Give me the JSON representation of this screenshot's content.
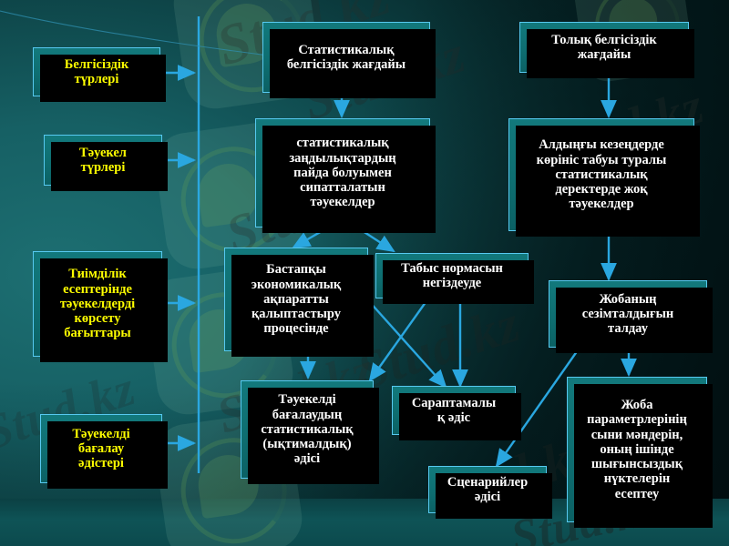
{
  "slide": {
    "title_present": false,
    "watermark_text": "Stud.kz",
    "watermark_text_alt": "Stud.kz - Stud.kz",
    "colors": {
      "background_teal": "#0e5356",
      "box_fill": "#0e6e71",
      "box_border": "#57c9f0",
      "box_shadow": "#000000",
      "text_white": "#ffffff",
      "text_yellow": "#ffff00",
      "arrow": "#2aa7e0"
    }
  },
  "left_column": {
    "items": [
      {
        "id": "uncertainty-types",
        "label": "Белгісіздік\nтүрлері"
      },
      {
        "id": "risk-types",
        "label": "Тәуекел\nтүрлері"
      },
      {
        "id": "efficiency-directions",
        "label": "Тиімділік\nесептерінде\nтәуекелдерді\nкөрсету\nбағыттары"
      },
      {
        "id": "risk-assessment-methods",
        "label": "Тәуекелді\nбағалау\nәдістері"
      }
    ]
  },
  "flow": {
    "nodes": [
      {
        "id": "statistical-uncertainty",
        "label": "Статистикалық\nбелгісіздік жағдайы"
      },
      {
        "id": "full-uncertainty",
        "label": "Толық белгісіздік\nжағдайы"
      },
      {
        "id": "statistical-regularity-risks",
        "label": "статистикалық\nзаңдылықтардың\nпайда болуымен\nсипатталатын\nтәуекелдер"
      },
      {
        "id": "no-statistical-data-risks",
        "label": "Алдыңғы кезеңдерде\nкөрініс табуы туралы\nстатистикалық\nдеректерде жоқ\nтәуекелдер"
      },
      {
        "id": "initial-economic-info",
        "label": "Бастапқы\nэкономикалық\nақпаратты\nқалыптастыру\nпроцесінде"
      },
      {
        "id": "income-norm",
        "label": "Табыс нормасын\nнегіздеуде"
      },
      {
        "id": "project-sensitivity",
        "label": "Жобаның\nсезімталдығын\nталдау"
      },
      {
        "id": "statistical-probability-method",
        "label": "Тәуекелді\nбағалаудың\nстатистикалық\n(ықтималдық)\nәдісі"
      },
      {
        "id": "expert-method",
        "label": "Сараптамалы\nқ әдіс"
      },
      {
        "id": "scenario-method",
        "label": "Сценарийлер\nәдісі"
      },
      {
        "id": "critical-parameters",
        "label": "Жоба\nпараметрлерінің\nсыни мәндерін,\nоның ішінде\nшығынсыздық\nнүктелерін\nесептеу"
      }
    ]
  }
}
